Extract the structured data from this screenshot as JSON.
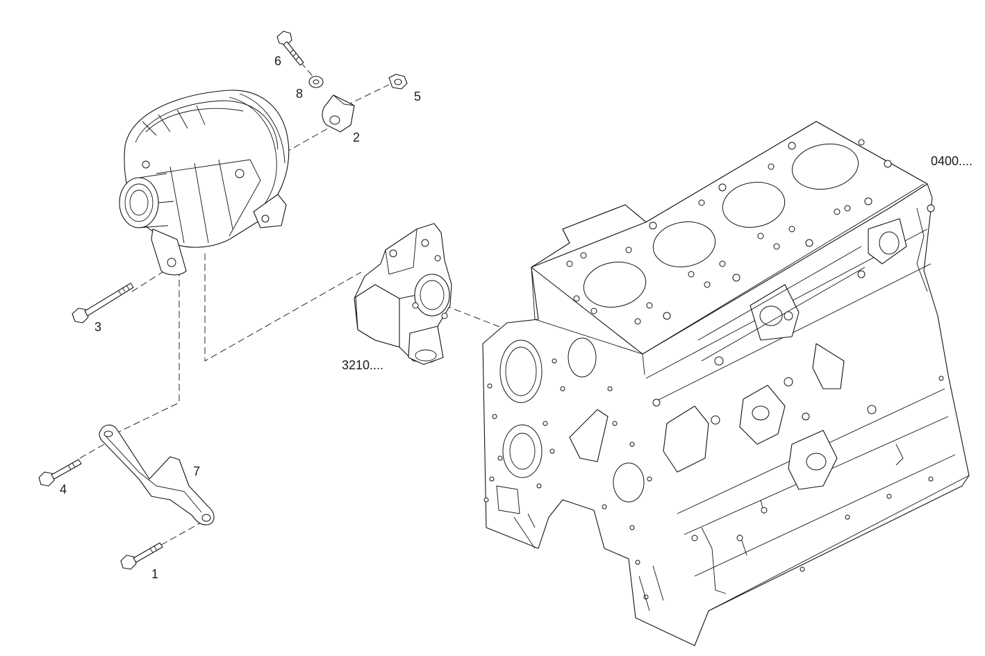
{
  "labels": {
    "p1": "1",
    "p2": "2",
    "p3": "3",
    "p4": "4",
    "p5": "5",
    "p6": "6",
    "p7": "7",
    "p8": "8",
    "ref_water_pump": "3210....",
    "ref_engine_block": "0400...."
  }
}
